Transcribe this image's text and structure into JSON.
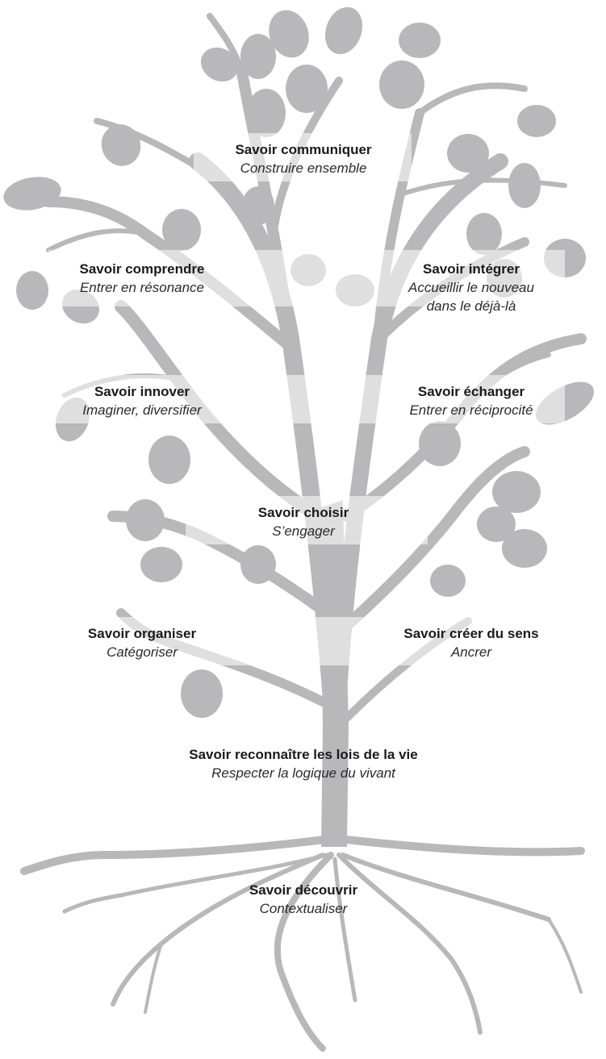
{
  "nodes": [
    {
      "title": "Savoir communiquer",
      "subtitle": "Construire ensemble"
    },
    {
      "title": "Savoir comprendre",
      "subtitle": "Entrer en résonance"
    },
    {
      "title": "Savoir intégrer",
      "subtitle": "Accueillir le nouveau",
      "subtitle2": "dans le déjà-là"
    },
    {
      "title": "Savoir innover",
      "subtitle": "Imaginer, diversifier"
    },
    {
      "title": "Savoir échanger",
      "subtitle": "Entrer en réciprocité"
    },
    {
      "title": "Savoir choisir",
      "subtitle": "S’engager"
    },
    {
      "title": "Savoir organiser",
      "subtitle": "Catégoriser"
    },
    {
      "title": "Savoir créer du sens",
      "subtitle": "Ancrer"
    },
    {
      "title": "Savoir reconnaître les lois de la vie",
      "subtitle": "Respecter la logique du vivant"
    },
    {
      "title": "Savoir découvrir",
      "subtitle": "Contextualiser"
    }
  ],
  "colors": {
    "tree": "#b8b8ba",
    "text": "#1a1a1a"
  },
  "icon": "tree-illustration"
}
